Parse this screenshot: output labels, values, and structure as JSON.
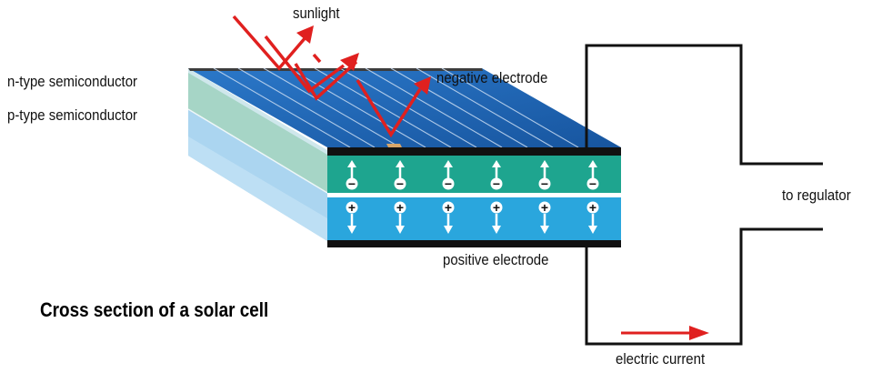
{
  "labels": {
    "sunlight": "sunlight",
    "n_type": "n-type semiconductor",
    "p_type": "p-type semiconductor",
    "negative_electrode": "negative electrode",
    "positive_electrode": "positive electrode",
    "to_regulator": "to regulator",
    "electric_current": "electric current"
  },
  "title": "Cross section of a solar cell",
  "carriers": {
    "n_layer_symbol": "−",
    "p_layer_symbol": "+",
    "columns": 6
  },
  "colors": {
    "top_surface": "#1f5fb0",
    "n_layer": "#1ea58f",
    "p_layer": "#2aa6dd",
    "side_n": "#a5d3c3",
    "side_p": "#a8d4ef",
    "electrode": "#111111",
    "sunlight_arrow": "#e0201f",
    "current_arrow": "#e0201f",
    "wire": "#111111"
  }
}
